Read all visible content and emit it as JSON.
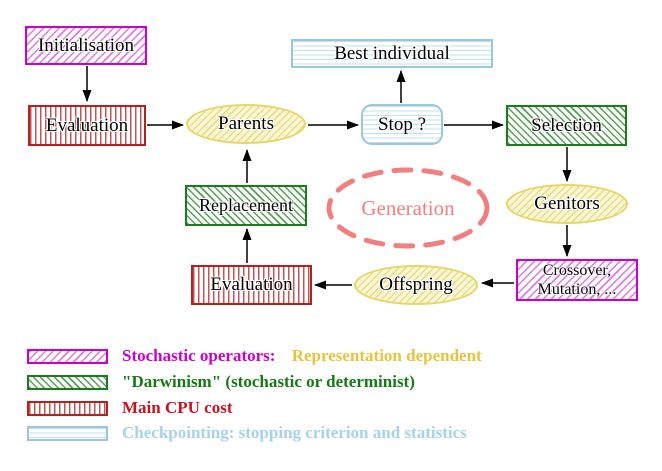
{
  "nodes": {
    "initialisation": "Initialisation",
    "evaluation_top": "Evaluation",
    "parents": "Parents",
    "best_individual": "Best individual",
    "stop": "Stop ?",
    "selection": "Selection",
    "replacement": "Replacement",
    "generation": "Generation",
    "genitors": "Genitors",
    "evaluation_bottom": "Evaluation",
    "offspring": "Offspring",
    "crossover_line1": "Crossover,",
    "crossover_line2": "Mutation, ..."
  },
  "legend": {
    "stochastic": {
      "label": "Stochastic operators:",
      "label2": "Representation dependent"
    },
    "darwinism": {
      "label": "\"Darwinism\" (stochastic or determinist)"
    },
    "cpu": {
      "label": "Main CPU cost"
    },
    "checkpointing": {
      "label": "Checkpointing: stopping criterion and statistics"
    }
  },
  "colors": {
    "magenta": "#cc00cc",
    "gold": "#e6c53c",
    "green": "#157a15",
    "red": "#cc1122",
    "light_blue": "#a8d2e8",
    "salmon": "#f08080",
    "yellow_border": "#e5d66b",
    "red_border": "#b22222",
    "green_border": "#1e7a1e",
    "cyan_border": "#9cc6de",
    "arrow_black": "#000000"
  }
}
